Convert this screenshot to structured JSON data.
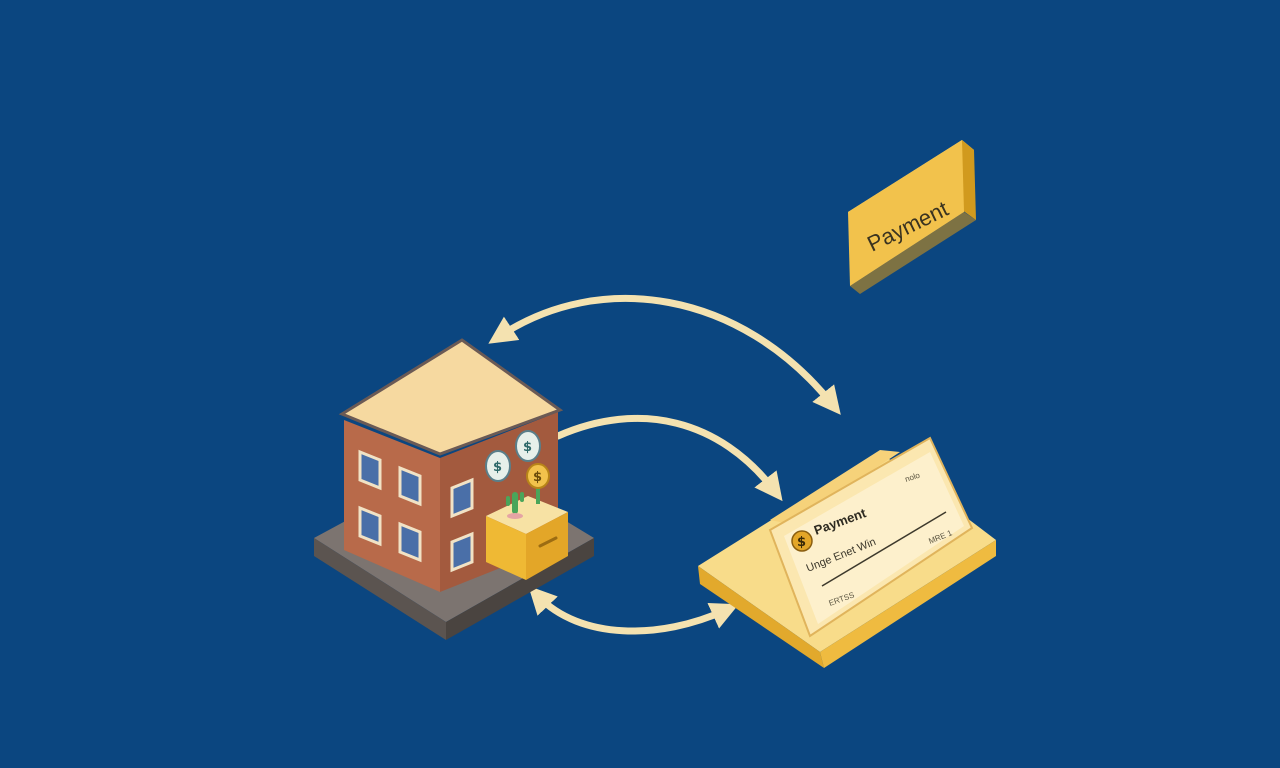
{
  "payment_tag": {
    "label": "Payment"
  },
  "payment_document": {
    "title": "Payment",
    "coin_symbol": "$",
    "line_text": "Unge Enet Win",
    "corner_text": "nolo",
    "side_text": "MRE 1",
    "footer_text": "ERTSS"
  },
  "building": {
    "coin_symbols": [
      "$",
      "$",
      "$"
    ]
  },
  "colors": {
    "background": "#0b4680",
    "arrow": "#f4e2b0",
    "gold": "#f3c550",
    "brick": "#b86a4a",
    "roof": "#f6d9a0"
  }
}
